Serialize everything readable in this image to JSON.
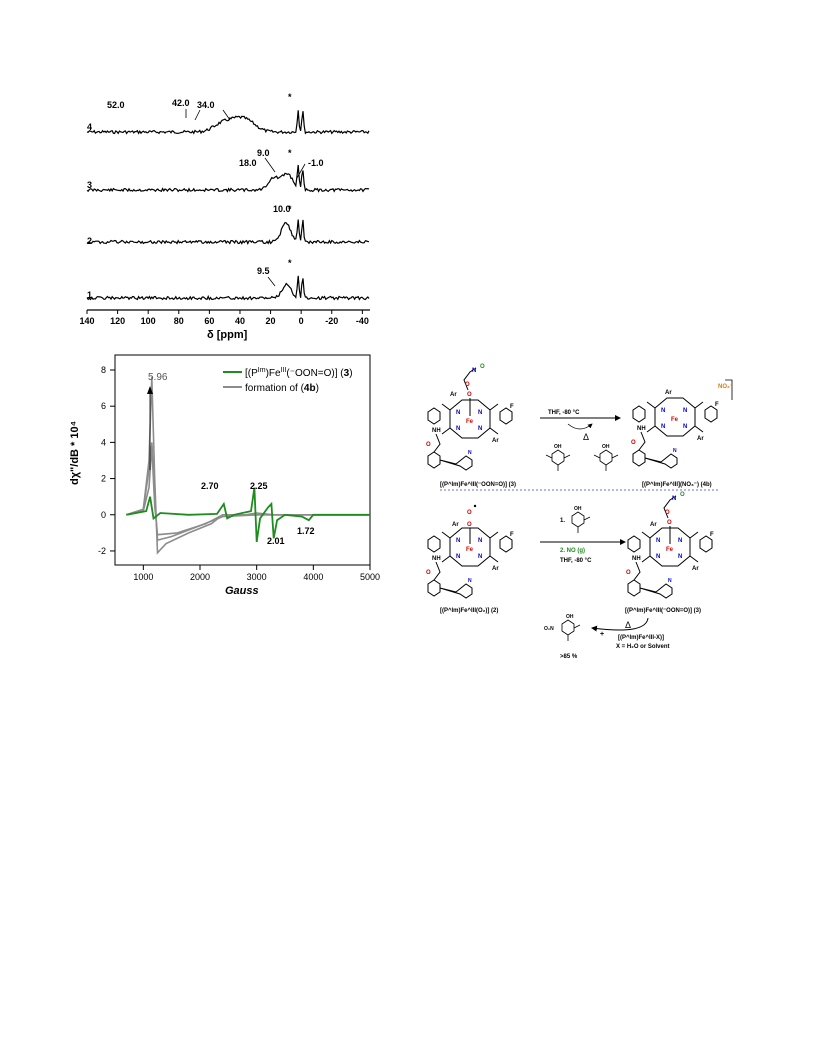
{
  "nmr": {
    "trace_labels": [
      "4",
      "3",
      "2",
      "1"
    ],
    "peak_labels": {
      "t4": [
        "52.0",
        "42.0",
        "34.0"
      ],
      "t3": [
        "9.0",
        "18.0",
        "-1.0"
      ],
      "t2": [
        "10.0"
      ],
      "t1": [
        "9.5"
      ]
    },
    "star": "*",
    "x_ticks": [
      "140",
      "120",
      "100",
      "80",
      "60",
      "40",
      "20",
      "0",
      "-20",
      "-40"
    ],
    "x_axis_label": "δ [ppm]"
  },
  "epr": {
    "legend": {
      "green_prefix": "[(P",
      "green_sup": "Im",
      "green_mid": ")Fe",
      "green_sup2": "III",
      "green_suffix": "(⁻OON=O)] (",
      "green_bold": "3",
      "green_end": ")",
      "gray_prefix": "formation of (",
      "gray_bold": "4b",
      "gray_end": ")"
    },
    "annotations": [
      "5.96",
      "2.70",
      "2.25",
      "2.01",
      "1.72"
    ],
    "y_ticks": [
      "8",
      "6",
      "4",
      "2",
      "0",
      "-2"
    ],
    "x_ticks": [
      "1000",
      "2000",
      "3000",
      "4000",
      "5000"
    ],
    "y_axis_label": "dχ\"/dB * 10⁴",
    "x_axis_label": "Gauss",
    "colors": {
      "green": "#1e8c1e",
      "gray": "#8c8c8c"
    }
  },
  "scheme": {
    "top_condition": "THF, -80 °C",
    "delta": "Δ",
    "counter_ion": "NO₃⁻",
    "compound3_label": "[(P^Im)Fe^III(⁻OON=O)] (3)",
    "compound4b_label": "[(P^Im)Fe^III](NO₃⁻) (4b)",
    "compound2_label": "[(P^Im)Fe^III(O₂)] (2)",
    "step1": "1.",
    "step2": "2. NO (g)",
    "bottom_condition": "THF, -80 °C",
    "product_label": "[(P^Im)Fe^III-X)]",
    "x_def": "X = H₂O or Solvent",
    "yield": ">85 %",
    "plus": "+",
    "atoms": {
      "fe3": "Fe",
      "fe4b": "Fe",
      "fe2": "Fe",
      "fe3b": "Fe",
      "n": "N",
      "o": "O",
      "f": "F",
      "arf": "Ar",
      "nh": "NH",
      "oh": "OH",
      "o2n": "O₂N"
    }
  }
}
